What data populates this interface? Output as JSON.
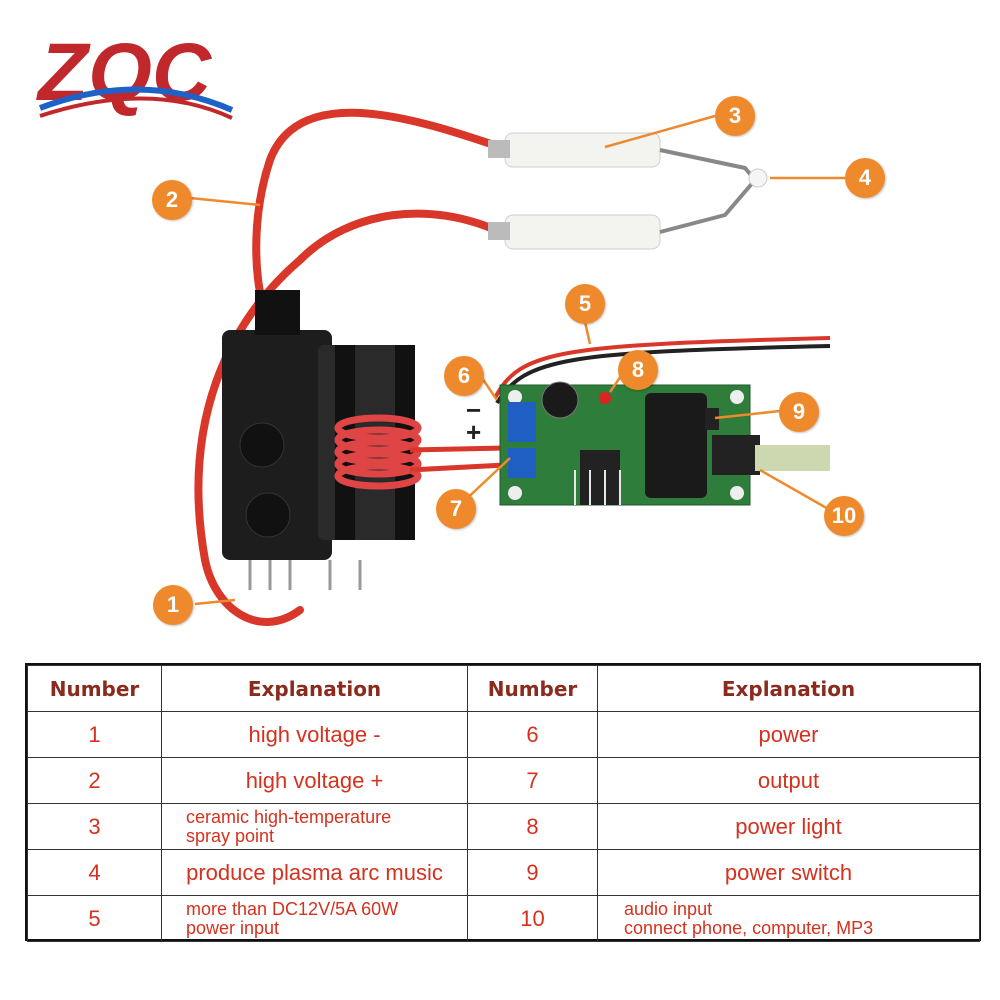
{
  "logo": {
    "text": "ZQC"
  },
  "callouts": [
    "1",
    "2",
    "3",
    "4",
    "5",
    "6",
    "7",
    "8",
    "9",
    "10"
  ],
  "polarity": {
    "minus": "−",
    "plus": "+"
  },
  "table": {
    "headers": [
      "Number",
      "Explanation",
      "Number",
      "Explanation"
    ],
    "rows": [
      {
        "n1": "1",
        "e1": "high voltage -",
        "n2": "6",
        "e2": "power"
      },
      {
        "n1": "2",
        "e1": "high voltage +",
        "n2": "7",
        "e2": "output"
      },
      {
        "n1": "3",
        "e1a": "ceramic high-temperature",
        "e1b": "spray point",
        "n2": "8",
        "e2": "power light"
      },
      {
        "n1": "4",
        "e1": "produce plasma arc music",
        "n2": "9",
        "e2": "power switch"
      },
      {
        "n1": "5",
        "e1a": "more than DC12V/5A 60W",
        "e1b": "power input",
        "n2": "10",
        "e2a": "audio input",
        "e2b": "connect phone, computer, MP3"
      }
    ]
  },
  "colors": {
    "accent": "#ee8a2c",
    "text_red": "#d4321f",
    "header_brown": "#8a2b1e",
    "pcb_green": "#2f7d3a"
  }
}
